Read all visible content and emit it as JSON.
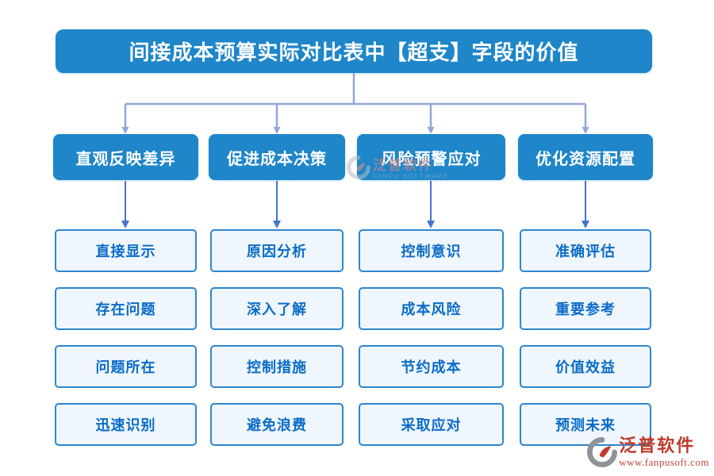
{
  "title": "间接成本预算实际对比表中【超支】字段的价值",
  "columns": [
    {
      "header": "直观反映差异",
      "items": [
        "直接显示",
        "存在问题",
        "问题所在",
        "迅速识别"
      ]
    },
    {
      "header": "促进成本决策",
      "items": [
        "原因分析",
        "深入了解",
        "控制措施",
        "避免浪费"
      ]
    },
    {
      "header": "风险预警应对",
      "items": [
        "控制意识",
        "成本风险",
        "节约成本",
        "采取应对"
      ]
    },
    {
      "header": "优化资源配置",
      "items": [
        "准确评估",
        "重要参考",
        "价值效益",
        "预测未来"
      ]
    }
  ],
  "watermark": {
    "brand": "泛普软件",
    "brand_en": "FANPU SOFTWARE"
  },
  "footer_logo": {
    "brand": "泛普软件",
    "url": "www.fanpusoft.com"
  },
  "colors": {
    "primary_blue": "#1e86c9",
    "item_border": "#2e86d0",
    "item_fill": "#eff6fd",
    "item_text": "#0b6cc7",
    "connector_light": "#94a6da",
    "connector_dark": "#4673cf",
    "logo_red": "#bf3a2b"
  }
}
